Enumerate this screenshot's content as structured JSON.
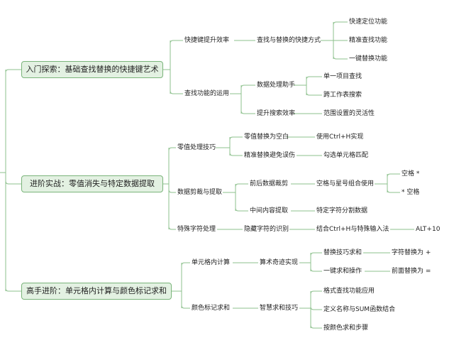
{
  "root": {
    "label": ""
  },
  "branches": [
    {
      "label": "入门探索：基础查找替换的快捷键艺术",
      "children": [
        {
          "label": "快捷键提升效率",
          "children": [
            {
              "label": "查找与替换的快捷方式",
              "children": [
                {
                  "label": "快速定位功能"
                },
                {
                  "label": "精准查找功能"
                },
                {
                  "label": "一键替换功能"
                }
              ]
            }
          ]
        },
        {
          "label": "查找功能的运用",
          "children": [
            {
              "label": "数据处理助手",
              "children": [
                {
                  "label": "单一项目查找"
                },
                {
                  "label": "跨工作表搜索"
                }
              ]
            },
            {
              "label": "提升搜索效率",
              "children": [
                {
                  "label": "范围设置的灵活性"
                }
              ]
            }
          ]
        }
      ]
    },
    {
      "label": "进阶实战：零值消失与特定数据提取",
      "children": [
        {
          "label": "零值处理技巧",
          "children": [
            {
              "label": "零值替换为空白",
              "children": [
                {
                  "label": "使用Ctrl+H实现"
                }
              ]
            },
            {
              "label": "精准替换避免误伤",
              "children": [
                {
                  "label": "勾选单元格匹配"
                }
              ]
            }
          ]
        },
        {
          "label": "数据剪裁与提取",
          "children": [
            {
              "label": "前后数据裁剪",
              "children": [
                {
                  "label": "空格与星号组合使用",
                  "children": [
                    {
                      "label": "空格 *"
                    },
                    {
                      "label": "* 空格"
                    }
                  ]
                }
              ]
            },
            {
              "label": "中间内容提取",
              "children": [
                {
                  "label": "特定字符分割数据"
                }
              ]
            }
          ]
        },
        {
          "label": "特殊字符处理",
          "children": [
            {
              "label": "隐藏字符的识别",
              "children": [
                {
                  "label": "结合Ctrl+H与特殊输入法",
                  "children": [
                    {
                      "label": "ALT+10"
                    }
                  ]
                }
              ]
            }
          ]
        }
      ]
    },
    {
      "label": "高手进阶：单元格内计算与颜色标记求和",
      "children": [
        {
          "label": "单元格内计算",
          "children": [
            {
              "label": "算术奇迹实现",
              "children": [
                {
                  "label": "替换技巧求和",
                  "children": [
                    {
                      "label": "字符替换为 +"
                    }
                  ]
                },
                {
                  "label": "一键求和操作",
                  "children": [
                    {
                      "label": "前面替换为 ="
                    }
                  ]
                }
              ]
            }
          ]
        },
        {
          "label": "颜色标记求和",
          "children": [
            {
              "label": "智慧求和技巧",
              "children": [
                {
                  "label": "格式查找功能应用"
                },
                {
                  "label": "定义名称与SUM函数结合"
                },
                {
                  "label": "按颜色求和步骤"
                }
              ]
            }
          ]
        }
      ]
    }
  ],
  "colors": {
    "line": "#8cc08c",
    "node_fill": "#e3f1e2",
    "node_border": "#7ab47a",
    "text": "#222222"
  }
}
